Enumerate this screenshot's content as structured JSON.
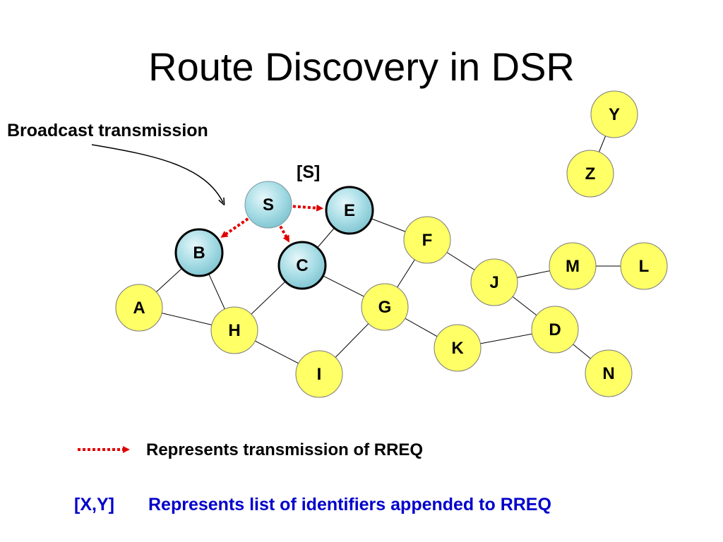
{
  "title": "Route Discovery in DSR",
  "caption": "Broadcast transmission",
  "route_record_label": "[S]",
  "legend": {
    "rreq_text": "Represents transmission of RREQ",
    "list_key": "[X,Y]",
    "list_text": "Represents list of identifiers appended to RREQ"
  },
  "colors": {
    "node_fill": "#ffff66",
    "reached_fill": "#a8dde6",
    "rreq_arrow": "#e00000",
    "legend_blue": "#0000cc"
  },
  "nodes": [
    {
      "id": "S",
      "state": "source"
    },
    {
      "id": "E",
      "state": "reached"
    },
    {
      "id": "B",
      "state": "reached"
    },
    {
      "id": "C",
      "state": "reached"
    },
    {
      "id": "A",
      "state": "normal"
    },
    {
      "id": "H",
      "state": "normal"
    },
    {
      "id": "I",
      "state": "normal"
    },
    {
      "id": "G",
      "state": "normal"
    },
    {
      "id": "F",
      "state": "normal"
    },
    {
      "id": "K",
      "state": "normal"
    },
    {
      "id": "J",
      "state": "normal"
    },
    {
      "id": "M",
      "state": "normal"
    },
    {
      "id": "L",
      "state": "normal"
    },
    {
      "id": "D",
      "state": "normal"
    },
    {
      "id": "N",
      "state": "normal"
    },
    {
      "id": "Y",
      "state": "normal"
    },
    {
      "id": "Z",
      "state": "normal"
    }
  ],
  "edges": [
    [
      "Y",
      "Z"
    ],
    [
      "E",
      "F"
    ],
    [
      "E",
      "C"
    ],
    [
      "B",
      "A"
    ],
    [
      "B",
      "H"
    ],
    [
      "A",
      "H"
    ],
    [
      "C",
      "H"
    ],
    [
      "C",
      "G"
    ],
    [
      "H",
      "I"
    ],
    [
      "I",
      "G"
    ],
    [
      "G",
      "F"
    ],
    [
      "G",
      "K"
    ],
    [
      "F",
      "J"
    ],
    [
      "J",
      "M"
    ],
    [
      "M",
      "L"
    ],
    [
      "J",
      "D"
    ],
    [
      "K",
      "D"
    ],
    [
      "D",
      "N"
    ]
  ],
  "rreq_transmissions": [
    [
      "S",
      "E"
    ],
    [
      "S",
      "B"
    ],
    [
      "S",
      "C"
    ]
  ]
}
